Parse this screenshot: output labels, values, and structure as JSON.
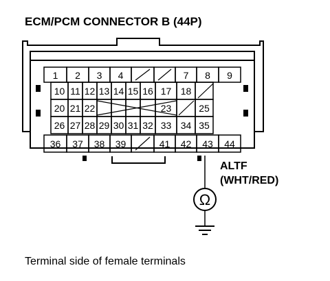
{
  "title": "ECM/PCM CONNECTOR B (44P)",
  "caption": "Terminal side of female terminals",
  "connector": {
    "row1": [
      "1",
      "2",
      "3",
      "4",
      "",
      "",
      "7",
      "8",
      "9"
    ],
    "row2": [
      "10",
      "11",
      "12",
      "13",
      "14",
      "15",
      "16",
      "17",
      "18",
      ""
    ],
    "row3": [
      "20",
      "21",
      "22",
      "",
      "",
      "",
      "",
      "23",
      "",
      "25"
    ],
    "row4": [
      "26",
      "27",
      "28",
      "29",
      "30",
      "31",
      "32",
      "33",
      "34",
      "35"
    ],
    "row5": [
      "36",
      "37",
      "38",
      "39",
      "",
      "41",
      "42",
      "43",
      "44"
    ]
  },
  "meter": {
    "terminal": "43",
    "signal_name": "ALTF",
    "wire_color": "(WHT/RED)",
    "symbol": "Ω"
  }
}
